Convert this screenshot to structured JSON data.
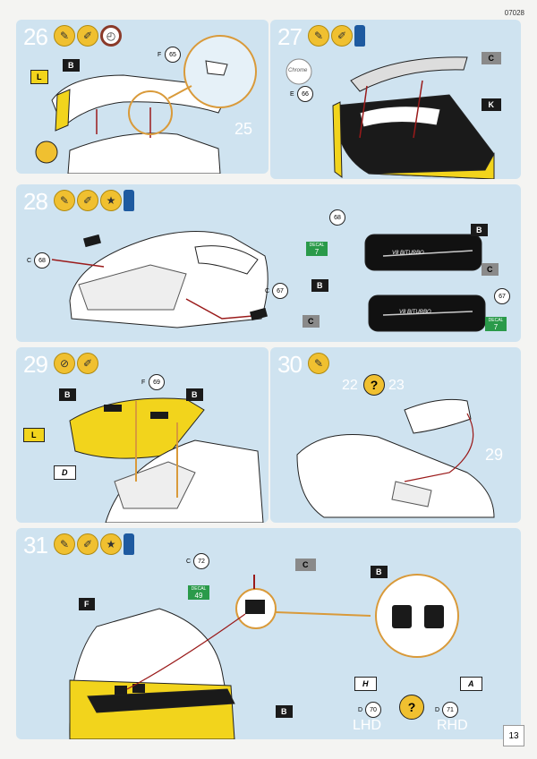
{
  "document_number": "07028",
  "page_number": "13",
  "steps": {
    "s26": {
      "number": "26",
      "ref_step": "25",
      "labels": {
        "L": "L",
        "B": "B"
      },
      "part": {
        "tree": "F",
        "num": "65"
      }
    },
    "s27": {
      "number": "27",
      "labels": {
        "C": "C",
        "K": "K"
      },
      "part": {
        "tree": "E",
        "num": "66"
      },
      "paint_label": "Chrome"
    },
    "s28": {
      "number": "28",
      "labels": {
        "B1": "B",
        "B2": "B",
        "C1": "C",
        "C2": "C"
      },
      "parts": [
        {
          "tree": "C",
          "num": "68"
        },
        {
          "tree": "C",
          "num": "67"
        }
      ],
      "decal_label": "DECAL",
      "decal_num": "7",
      "badge_text": "V8 BITURBO"
    },
    "s29": {
      "number": "29",
      "labels": {
        "B1": "B",
        "B2": "B",
        "L": "L",
        "D": "D"
      },
      "part": {
        "tree": "F",
        "num": "69"
      }
    },
    "s30": {
      "number": "30",
      "ref_step": "29",
      "option_left": "22",
      "option_right": "23",
      "question": "?"
    },
    "s31": {
      "number": "31",
      "labels": {
        "C": "C",
        "F": "F",
        "B1": "B",
        "B2": "B",
        "H": "H",
        "A": "A"
      },
      "parts": [
        {
          "tree": "C",
          "num": "72"
        },
        {
          "tree": "D",
          "num": "70"
        },
        {
          "tree": "D",
          "num": "71"
        }
      ],
      "decal_label": "DECAL",
      "decal_num": "49",
      "lhd": "LHD",
      "rhd": "RHD",
      "question": "?"
    }
  },
  "colors": {
    "panel": "#cfe3f0",
    "yellow": "#f2d41c",
    "black_label": "#1a1a1a",
    "decal_green": "#2a9a4a",
    "leader_red": "#9a1a1a",
    "orange_ring": "#d99a3a"
  }
}
